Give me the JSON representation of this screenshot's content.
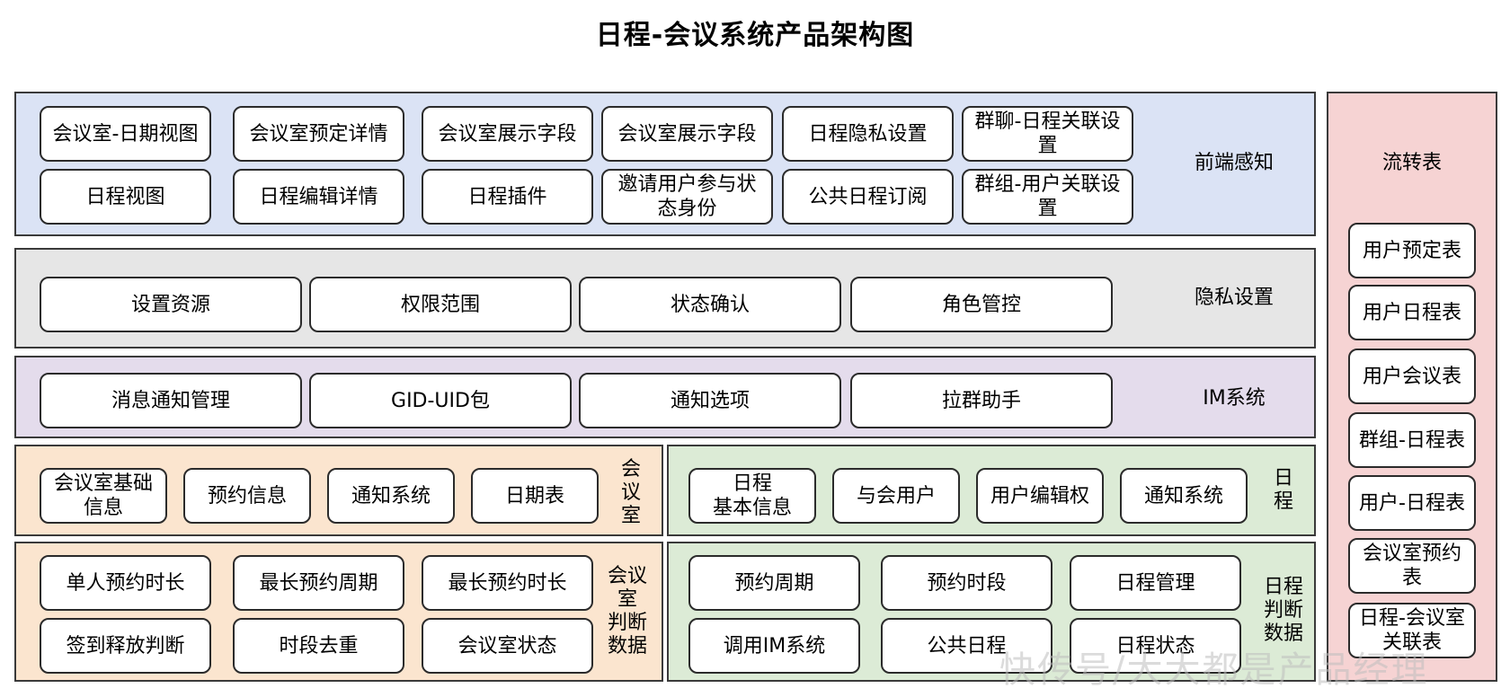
{
  "title": "日程-会议系统产品架构图",
  "colors": {
    "frontend": "#dbe3f5",
    "privacy": "#e6e6e6",
    "im": "#e4dcec",
    "meeting": "#fbe5cf",
    "schedule": "#dcebd6",
    "flow": "#f6d3d3"
  },
  "frontend": {
    "label": "前端感知",
    "items": [
      "会议室-日期视图",
      "会议室预定详情",
      "会议室展示字段",
      "会议室展示字段",
      "日程隐私设置",
      "群聊-日程关联设\n置",
      "日程视图",
      "日程编辑详情",
      "日程插件",
      "邀请用户参与状\n态身份",
      "公共日程订阅",
      "群组-用户关联设\n置"
    ]
  },
  "privacy": {
    "label": "隐私设置",
    "items": [
      "设置资源",
      "权限范围",
      "状态确认",
      "角色管控"
    ]
  },
  "im": {
    "label": "IM系统",
    "items": [
      "消息通知管理",
      "GID-UID包",
      "通知选项",
      "拉群助手"
    ]
  },
  "meeting_room": {
    "label": "会\n议\n室",
    "items": [
      "会议室基础\n信息",
      "预约信息",
      "通知系统",
      "日期表"
    ]
  },
  "schedule": {
    "label": "日\n程",
    "items": [
      "日程\n基本信息",
      "与会用户",
      "用户编辑权",
      "通知系统"
    ]
  },
  "meeting_judge": {
    "label": "会议\n室\n判断\n数据",
    "items": [
      "单人预约时长",
      "最长预约周期",
      "最长预约时长",
      "签到释放判断",
      "时段去重",
      "会议室状态"
    ]
  },
  "schedule_judge": {
    "label": "日程\n判断\n数据",
    "items": [
      "预约周期",
      "预约时段",
      "日程管理",
      "调用IM系统",
      "公共日程",
      "日程状态"
    ]
  },
  "flow_table": {
    "label": "流转表",
    "items": [
      "用户预定表",
      "用户日程表",
      "用户会议表",
      "群组-日程表",
      "用户-日程表",
      "会议室预约\n表",
      "日程-会议室\n关联表"
    ]
  },
  "watermark": "快传号/大大都是产品经理"
}
